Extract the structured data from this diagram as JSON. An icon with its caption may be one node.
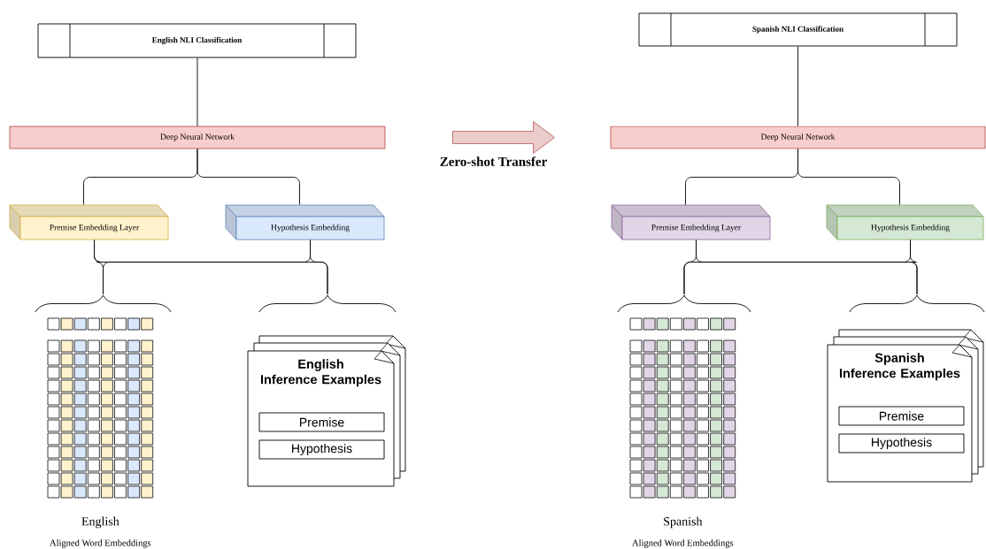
{
  "diagram": {
    "nodes": [
      {
        "text": [
          "English NLI Classification"
        ]
      },
      {
        "text": [
          "Deep Neural Network"
        ]
      },
      {
        "text": [
          "Premise Embedding Layer"
        ]
      },
      {
        "text": [
          "Hypothesis Embedding"
        ]
      },
      {
        "text": [],
        "shape": "grid",
        "beside": [
          "English",
          "Aligned Word Embeddings"
        ]
      },
      {
        "text": [
          "English Inference Examples"
        ]
      },
      {
        "text": [
          "Premise"
        ],
        "in": 5
      },
      {
        "text": [
          "Hypothesis"
        ],
        "in": 5
      },
      {
        "text": [
          "Spanish NLI Classification"
        ]
      },
      {
        "text": [
          "Deep Neural Network"
        ]
      },
      {
        "text": [
          "Premise Embedding Layer"
        ]
      },
      {
        "text": [
          "Hypothesis Embedding"
        ]
      },
      {
        "text": [],
        "shape": "grid",
        "beside": [
          "Spanish",
          "Aligned Word Embeddings"
        ]
      },
      {
        "text": [
          "Spanish Inference Examples"
        ]
      },
      {
        "text": [
          "Premise"
        ],
        "in": 13
      },
      {
        "text": [
          "Hypothesis"
        ],
        "in": 13
      }
    ],
    "edges": [
      {
        "from": 1,
        "to": 0,
        "arrow": "none"
      },
      {
        "from": 1,
        "to": 2,
        "arrow": "none"
      },
      {
        "from": 1,
        "to": 3,
        "arrow": "none"
      },
      {
        "from": 2,
        "to": 4,
        "arrow": "none"
      },
      {
        "from": 2,
        "to": 5,
        "arrow": "none"
      },
      {
        "from": 3,
        "to": 4,
        "arrow": "none"
      },
      {
        "from": 3,
        "to": 5,
        "arrow": "none"
      },
      {
        "from": 9,
        "to": 8,
        "arrow": "none"
      },
      {
        "from": 9,
        "to": 10,
        "arrow": "none"
      },
      {
        "from": 9,
        "to": 11,
        "arrow": "none"
      },
      {
        "from": 10,
        "to": 12,
        "arrow": "none"
      },
      {
        "from": 10,
        "to": 13,
        "arrow": "none"
      },
      {
        "from": 11,
        "to": 12,
        "arrow": "none"
      },
      {
        "from": 11,
        "to": 13,
        "arrow": "none"
      },
      {
        "from": 1,
        "to": 9,
        "arrow": "to",
        "label": "Zero-shot Transfer",
        "style": "thick",
        "color": "#b85450"
      }
    ]
  }
}
